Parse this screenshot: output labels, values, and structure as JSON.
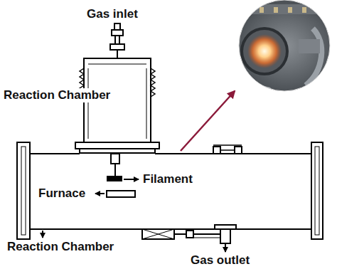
{
  "diagram": {
    "labels": [
      "Gas inlet",
      "Reaction Chamber",
      "Filament",
      "Furnace",
      "Reaction Chamber",
      "Gas outlet"
    ]
  }
}
